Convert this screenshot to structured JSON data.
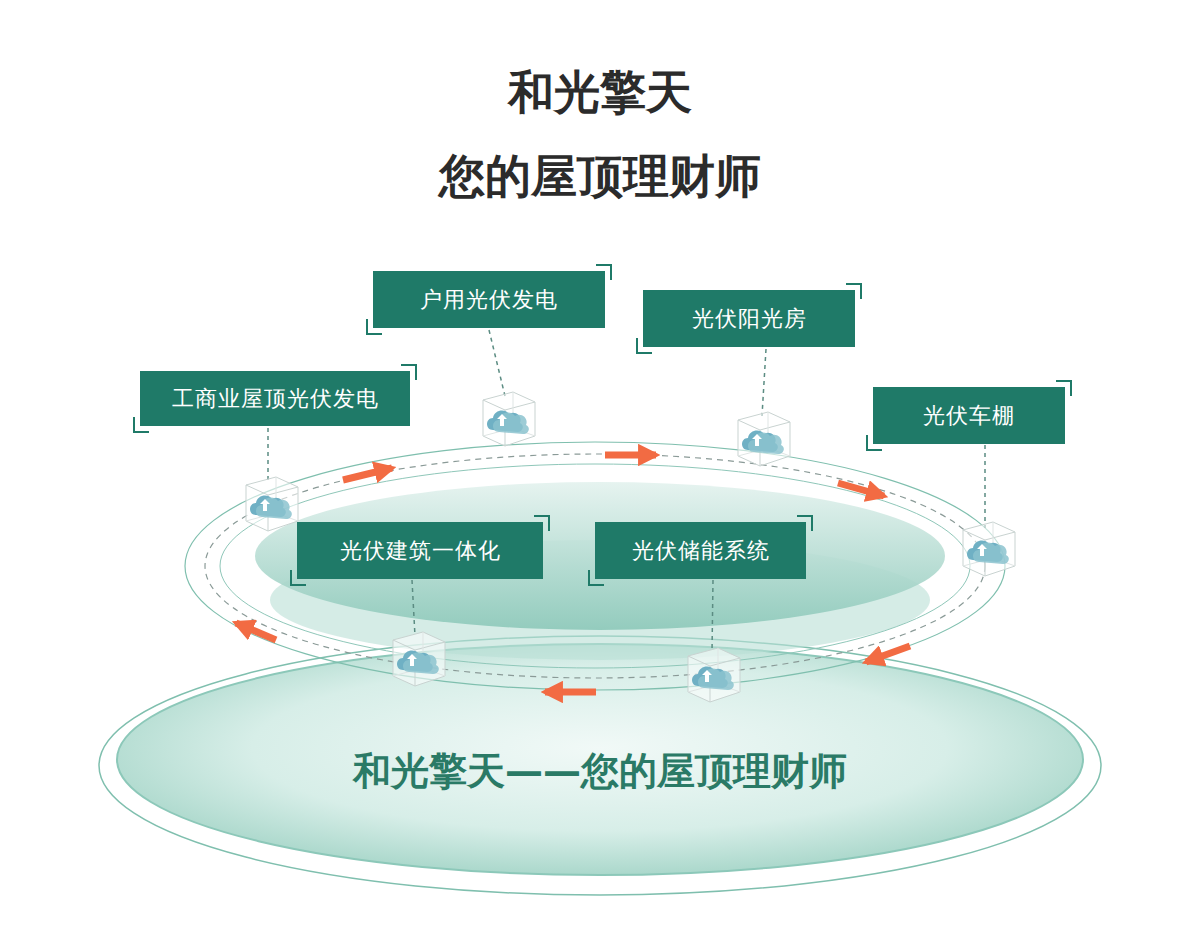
{
  "diagram": {
    "title": "和光擎天 您的屋顶理财师",
    "nodes": [
      {
        "text": [
          "户用光伏发电"
        ]
      },
      {
        "text": [
          "光伏阳光房"
        ]
      },
      {
        "text": [
          "工商业屋顶光伏发电"
        ]
      },
      {
        "text": [
          "光伏车棚"
        ]
      },
      {
        "text": [
          "光伏建筑一体化"
        ]
      },
      {
        "text": [
          "光伏储能系统"
        ]
      },
      {
        "text": [
          "和光擎天——您的屋顶理财师"
        ]
      }
    ]
  }
}
